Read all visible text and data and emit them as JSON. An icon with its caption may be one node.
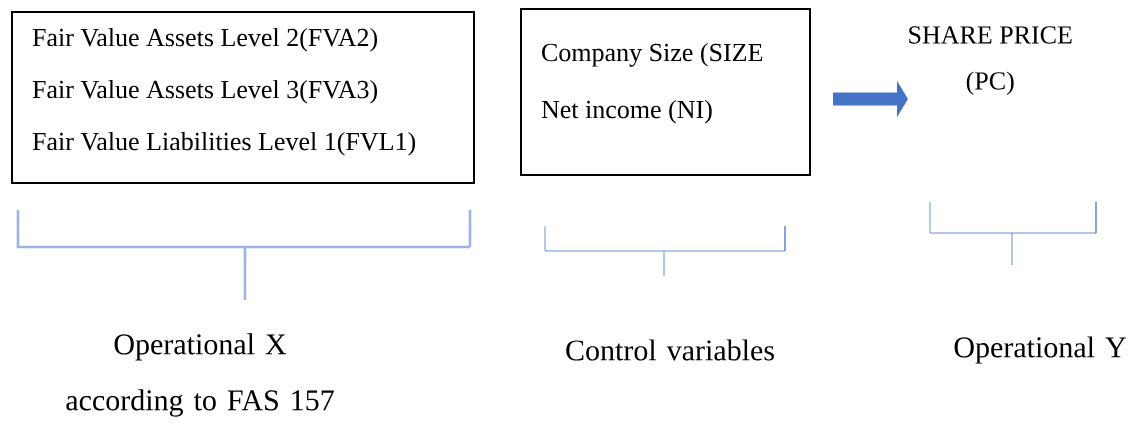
{
  "diagram": {
    "nodes": [
      {
        "text": [
          "Fair Value Assets Level 2(FVA2)",
          "Fair Value Assets Level 3(FVA3)",
          "Fair Value Liabilities Level 1(FVL1)"
        ]
      },
      {
        "text": [
          "Company Size (SIZE",
          "Net income (NI)"
        ]
      },
      {
        "text": [
          "SHARE PRICE (PC)"
        ]
      }
    ],
    "edges": [
      {
        "from": 1,
        "to": 2,
        "arrow": "to",
        "color": "#4472c4"
      }
    ],
    "labels": [
      "Operational X according to FAS 157",
      "Control variables",
      "Operational Y"
    ]
  }
}
